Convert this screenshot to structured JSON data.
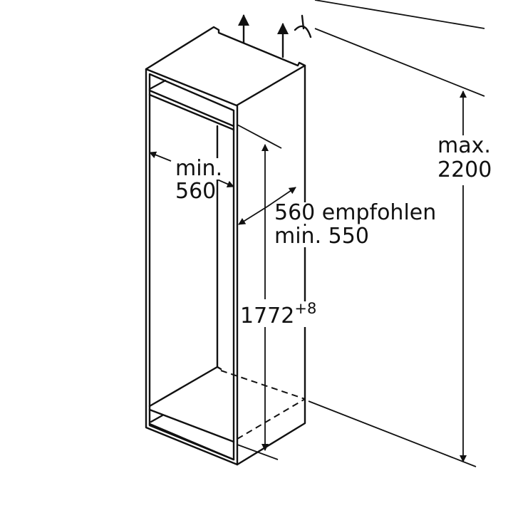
{
  "labels": {
    "width_min_word": "min.",
    "width_min_value": "560",
    "depth_recommended": "560 empfohlen",
    "depth_min": "min. 550",
    "niche_height": "1772",
    "niche_height_tolerance": "+8",
    "max_word": "max.",
    "max_height": "2200"
  },
  "icons": [
    "ventilation-arrow-up",
    "ventilation-arrow-up",
    "ceiling-symbol"
  ]
}
